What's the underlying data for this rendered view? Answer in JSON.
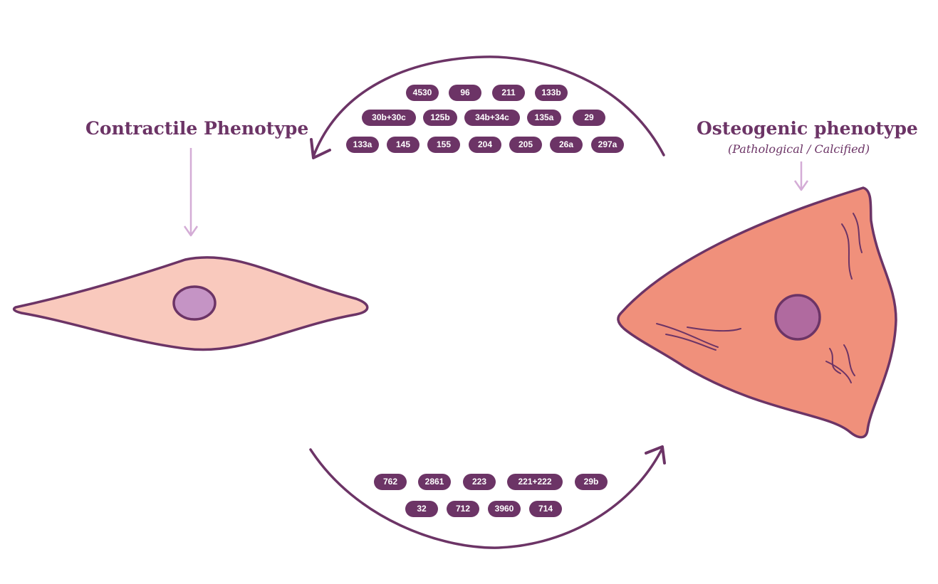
{
  "labels": {
    "contractile": "Contractile Phenotype",
    "osteogenic": "Osteogenic phenotype",
    "osteogenic_subtitle": "(Pathological / Calcified)"
  },
  "top_mirnas": [
    [
      "4530",
      "96",
      "211",
      "133b"
    ],
    [
      "30b+30c",
      "125b",
      "34b+34c",
      "135a",
      "29"
    ],
    [
      "133a",
      "145",
      "155",
      "204",
      "205",
      "26a",
      "297a"
    ]
  ],
  "bottom_mirnas": [
    [
      "762",
      "2861",
      "223",
      "221+222",
      "29b"
    ],
    [
      "32",
      "712",
      "3960",
      "714"
    ]
  ],
  "colors": {
    "outline": "#6c3466",
    "pill": "#6c3466",
    "contractile_cell": "#f9c9bd",
    "contractile_nucleus": "#c594c5",
    "osteogenic_cell": "#f0907b",
    "osteogenic_nucleus": "#b06a9f",
    "pointer_arrow": "#d4acd6"
  }
}
